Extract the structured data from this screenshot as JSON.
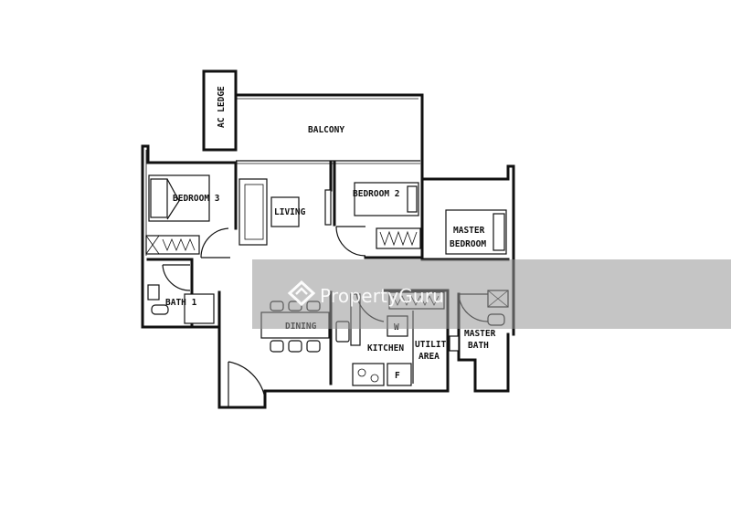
{
  "rooms": {
    "ac_ledge": "AC LEDGE",
    "balcony": "BALCONY",
    "bedroom3": "BEDROOM 3",
    "living": "LIVING",
    "bedroom2": "BEDROOM 2",
    "master_bedroom_line1": "MASTER",
    "master_bedroom_line2": "BEDROOM",
    "bath1": "BATH 1",
    "dining": "DINING",
    "kitchen": "KITCHEN",
    "utility_line1": "UTILITY",
    "utility_line2": "AREA",
    "master_bath_line1": "MASTER",
    "master_bath_line2": "BATH",
    "washer": "W",
    "fridge": "F"
  },
  "watermark": {
    "text": "PropertyGuru",
    "icon": "propertyguru-house-icon",
    "overlay_color": "#969696"
  },
  "colors": {
    "line": "#111111",
    "background": "#ffffff"
  }
}
